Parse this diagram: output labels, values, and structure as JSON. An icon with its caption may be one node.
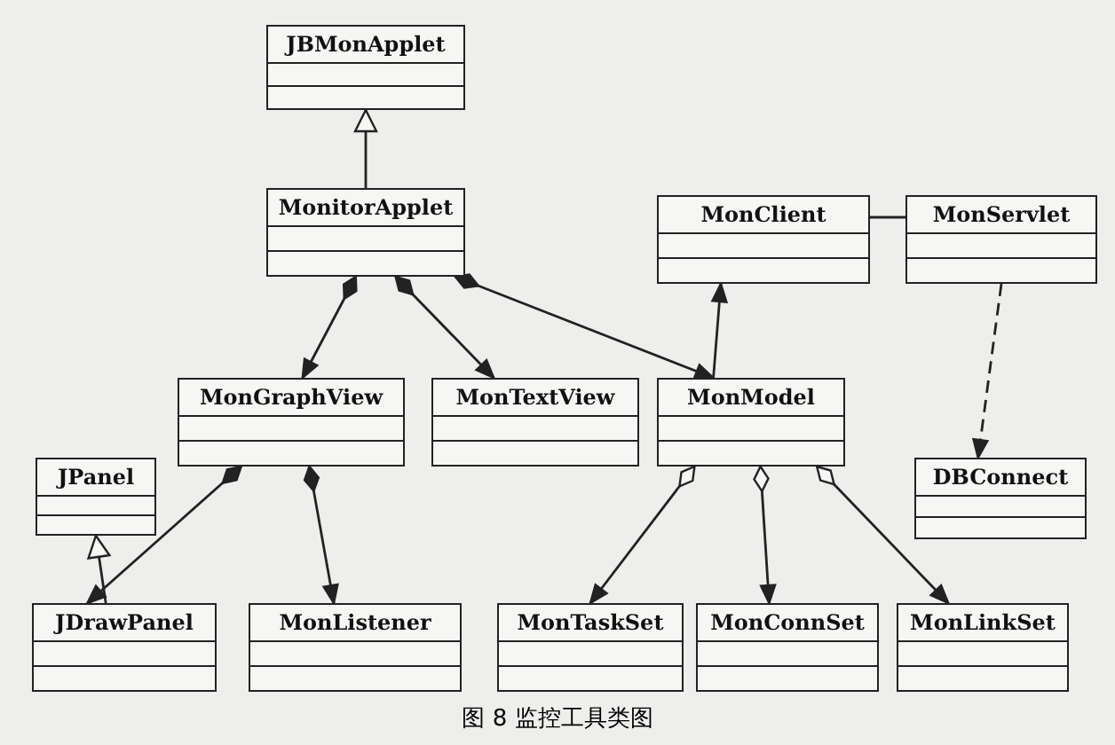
{
  "diagram": {
    "caption": "图 8 监控工具类图",
    "nodes": [
      {
        "text": [
          "JBMonApplet"
        ]
      },
      {
        "text": [
          "MonitorApplet"
        ]
      },
      {
        "text": [
          "MonClient"
        ]
      },
      {
        "text": [
          "MonServlet"
        ]
      },
      {
        "text": [
          "MonGraphView"
        ]
      },
      {
        "text": [
          "MonTextView"
        ]
      },
      {
        "text": [
          "MonModel"
        ]
      },
      {
        "text": [
          "JPanel"
        ]
      },
      {
        "text": [
          "DBConnect"
        ]
      },
      {
        "text": [
          "JDrawPanel"
        ]
      },
      {
        "text": [
          "MonListener"
        ]
      },
      {
        "text": [
          "MonTaskSet"
        ]
      },
      {
        "text": [
          "MonConnSet"
        ]
      },
      {
        "text": [
          "MonLinkSet"
        ]
      }
    ],
    "edges": [
      {
        "from": 1,
        "to": 0,
        "arrow": "to"
      },
      {
        "from": 1,
        "to": 4,
        "arrow": "to"
      },
      {
        "from": 1,
        "to": 5,
        "arrow": "to"
      },
      {
        "from": 1,
        "to": 6,
        "arrow": "to"
      },
      {
        "from": 6,
        "to": 2,
        "arrow": "to"
      },
      {
        "from": 2,
        "to": 3,
        "arrow": "none"
      },
      {
        "from": 3,
        "to": 8,
        "arrow": "to",
        "style": "dashed"
      },
      {
        "from": 4,
        "to": 9,
        "arrow": "to"
      },
      {
        "from": 4,
        "to": 10,
        "arrow": "to"
      },
      {
        "from": 6,
        "to": 11,
        "arrow": "to"
      },
      {
        "from": 6,
        "to": 12,
        "arrow": "to"
      },
      {
        "from": 6,
        "to": 13,
        "arrow": "to"
      },
      {
        "from": 9,
        "to": 7,
        "arrow": "to"
      }
    ]
  }
}
